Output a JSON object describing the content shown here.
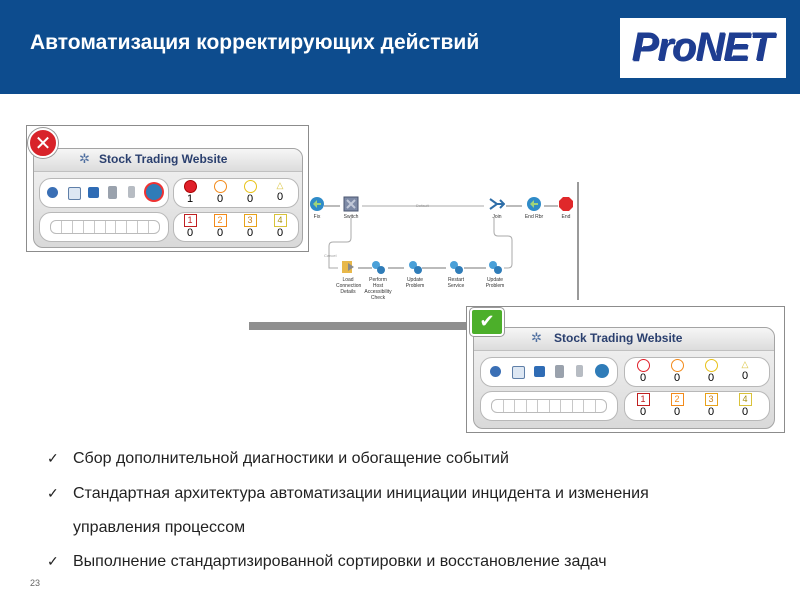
{
  "header": {
    "title": "Автоматизация корректирующих действий",
    "logo": "ProNET",
    "background": "#0d4c8e"
  },
  "widget_before": {
    "status_badge": "✕",
    "title": "Stock Trading Website",
    "severity_top": [
      "1",
      "0",
      "0",
      "0"
    ],
    "severity_bottom_labels": [
      "1",
      "2",
      "3",
      "4"
    ],
    "severity_bottom": [
      "0",
      "0",
      "0",
      "0"
    ]
  },
  "widget_after": {
    "status_badge": "✔",
    "title": "Stock Trading Website",
    "severity_top": [
      "0",
      "0",
      "0",
      "0"
    ],
    "severity_bottom_labels": [
      "1",
      "2",
      "3",
      "4"
    ],
    "severity_bottom": [
      "0",
      "0",
      "0",
      "0"
    ]
  },
  "workflow": {
    "main_nodes": [
      "Fix",
      "Switch",
      "Join",
      "End Rbr",
      "End"
    ],
    "branch_nodes": [
      "Load Connection Details",
      "Perform Host Accessibility Check",
      "Update Problem",
      "Restart Service",
      "Update Problem"
    ],
    "edge_default": "Default",
    "edge_cancel": "Cancel"
  },
  "bullets": [
    "Сбор дополнительной диагностики и обогащение событий",
    "Стандартная архитектура автоматизации инициации инцидента и изменения",
    "управления процессом",
    "Выполнение стандартизированной сортировки и восстановление задач"
  ],
  "page_number": "23"
}
